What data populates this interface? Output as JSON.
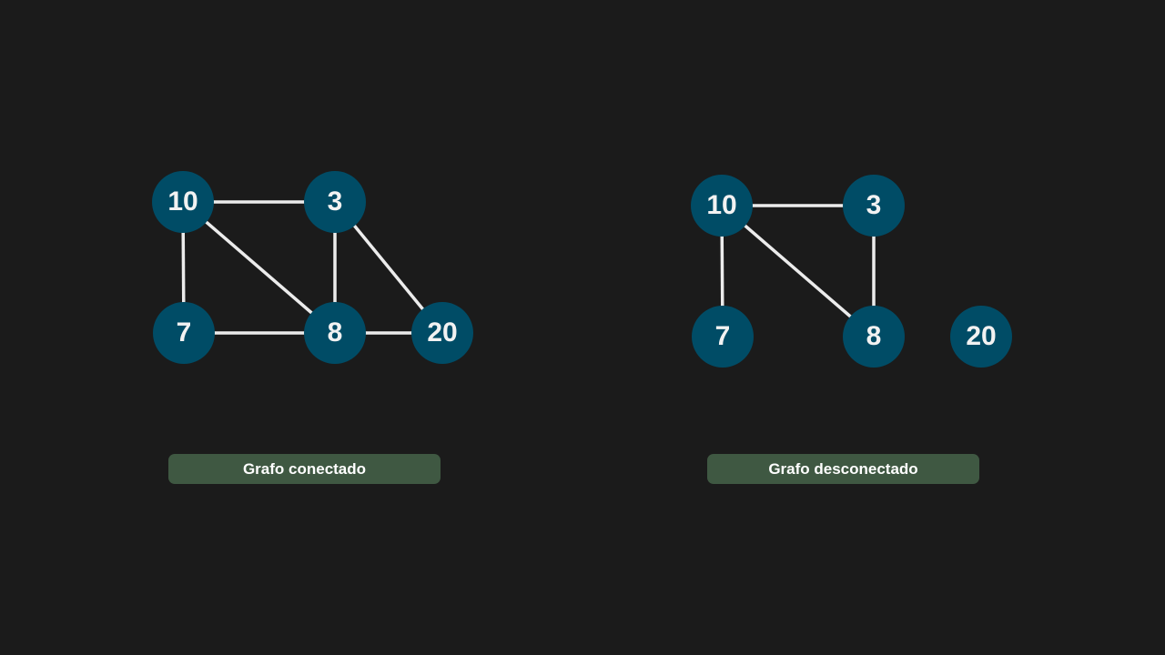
{
  "theme": {
    "background": "#1b1b1b",
    "node_fill": "#004c66",
    "node_text": "#f2f2f2",
    "edge_color": "#ececec",
    "caption_bg": "#3f5842",
    "caption_text": "#ffffff"
  },
  "graphs": [
    {
      "caption": "Grafo conectado",
      "nodes": [
        {
          "id": "n10",
          "label": "10"
        },
        {
          "id": "n3",
          "label": "3"
        },
        {
          "id": "n7",
          "label": "7"
        },
        {
          "id": "n8",
          "label": "8"
        },
        {
          "id": "n20",
          "label": "20"
        }
      ],
      "edges": [
        [
          "n10",
          "n3"
        ],
        [
          "n10",
          "n7"
        ],
        [
          "n10",
          "n8"
        ],
        [
          "n3",
          "n8"
        ],
        [
          "n3",
          "n20"
        ],
        [
          "n7",
          "n8"
        ],
        [
          "n8",
          "n20"
        ]
      ]
    },
    {
      "caption": "Grafo desconectado",
      "nodes": [
        {
          "id": "n10",
          "label": "10"
        },
        {
          "id": "n3",
          "label": "3"
        },
        {
          "id": "n7",
          "label": "7"
        },
        {
          "id": "n8",
          "label": "8"
        },
        {
          "id": "n20",
          "label": "20"
        }
      ],
      "edges": [
        [
          "n10",
          "n3"
        ],
        [
          "n10",
          "n7"
        ],
        [
          "n10",
          "n8"
        ],
        [
          "n3",
          "n8"
        ]
      ]
    }
  ]
}
